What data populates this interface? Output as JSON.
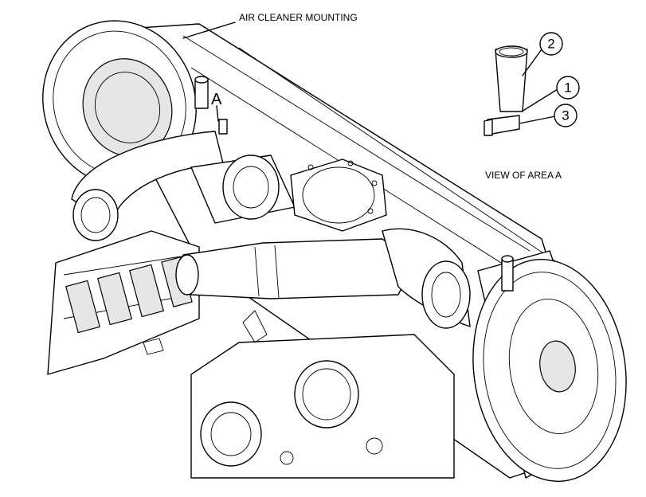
{
  "labels": {
    "title": "AIR CLEANER MOUNTING",
    "area_marker": "A",
    "view_caption": "VIEW OF AREA  A"
  },
  "callouts": [
    "1",
    "2",
    "3"
  ]
}
